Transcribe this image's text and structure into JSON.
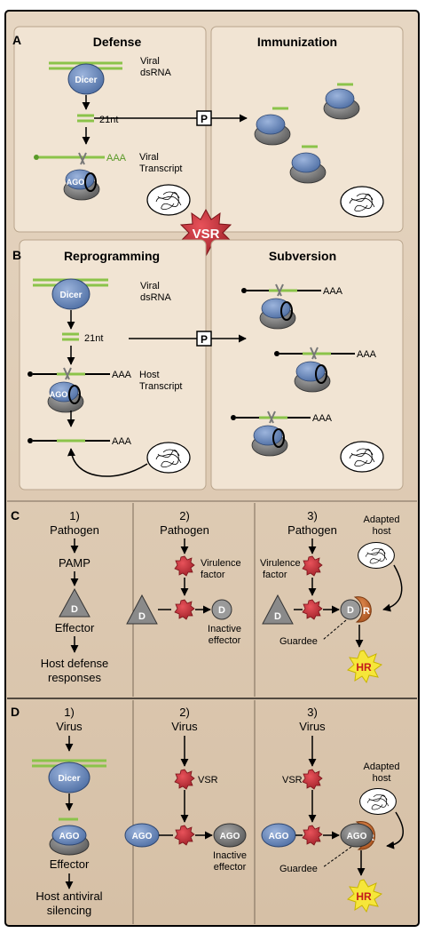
{
  "panels": {
    "A": {
      "letter": "A",
      "left_title": "Defense",
      "right_title": "Immunization",
      "viral_dsrna": [
        "Viral",
        "dsRNA"
      ],
      "dicer": "Dicer",
      "nt": "21nt",
      "aaa": "AAA",
      "transcript": [
        "Viral",
        "Transcript"
      ],
      "ago": "AGO",
      "p": "P"
    },
    "vsr_burst": "VSR",
    "B": {
      "letter": "B",
      "left_title": "Reprogramming",
      "right_title": "Subversion",
      "viral_dsrna": [
        "Viral",
        "dsRNA"
      ],
      "dicer": "Dicer",
      "nt": "21nt",
      "aaa": "AAA",
      "transcript": [
        "Host",
        "Transcript"
      ],
      "ago": "AGO",
      "p": "P"
    },
    "C": {
      "letter": "C",
      "col1": {
        "num": "1)",
        "pathogen": "Pathogen",
        "pamp": "PAMP",
        "d": "D",
        "effector": "Effector",
        "defense": [
          "Host defense",
          "responses"
        ]
      },
      "col2": {
        "num": "2)",
        "pathogen": "Pathogen",
        "virulence": [
          "Virulence",
          "factor"
        ],
        "d": "D",
        "inactive": [
          "Inactive",
          "effector"
        ]
      },
      "col3": {
        "num": "3)",
        "pathogen": "Pathogen",
        "virulence": [
          "Virulence",
          "factor"
        ],
        "adapted": [
          "Adapted",
          "host"
        ],
        "d": "D",
        "r": "R",
        "guardee": "Guardee",
        "hr": "HR"
      }
    },
    "D": {
      "letter": "D",
      "col1": {
        "num": "1)",
        "virus": "Virus",
        "dicer": "Dicer",
        "ago": "AGO",
        "effector": "Effector",
        "silencing": [
          "Host antiviral",
          "silencing"
        ]
      },
      "col2": {
        "num": "2)",
        "virus": "Virus",
        "vsr": "VSR",
        "ago": "AGO",
        "inactive": [
          "Inactive",
          "effector"
        ]
      },
      "col3": {
        "num": "3)",
        "virus": "Virus",
        "vsr": "VSR",
        "adapted": [
          "Adapted",
          "host"
        ],
        "ago": "AGO",
        "r": "R",
        "guardee": "Guardee",
        "hr": "HR"
      }
    }
  },
  "colors": {
    "dicer_blue": "#6f8fc0",
    "ago_gray": "#7f7f7f",
    "rna_green": "#8bc34a",
    "vsr_red": "#c8323a",
    "r_orange": "#c8662e",
    "hr_yellow": "#f4e21c",
    "panel_bg": "#ecdcc8",
    "bg_tan": "#dcc8b0"
  }
}
